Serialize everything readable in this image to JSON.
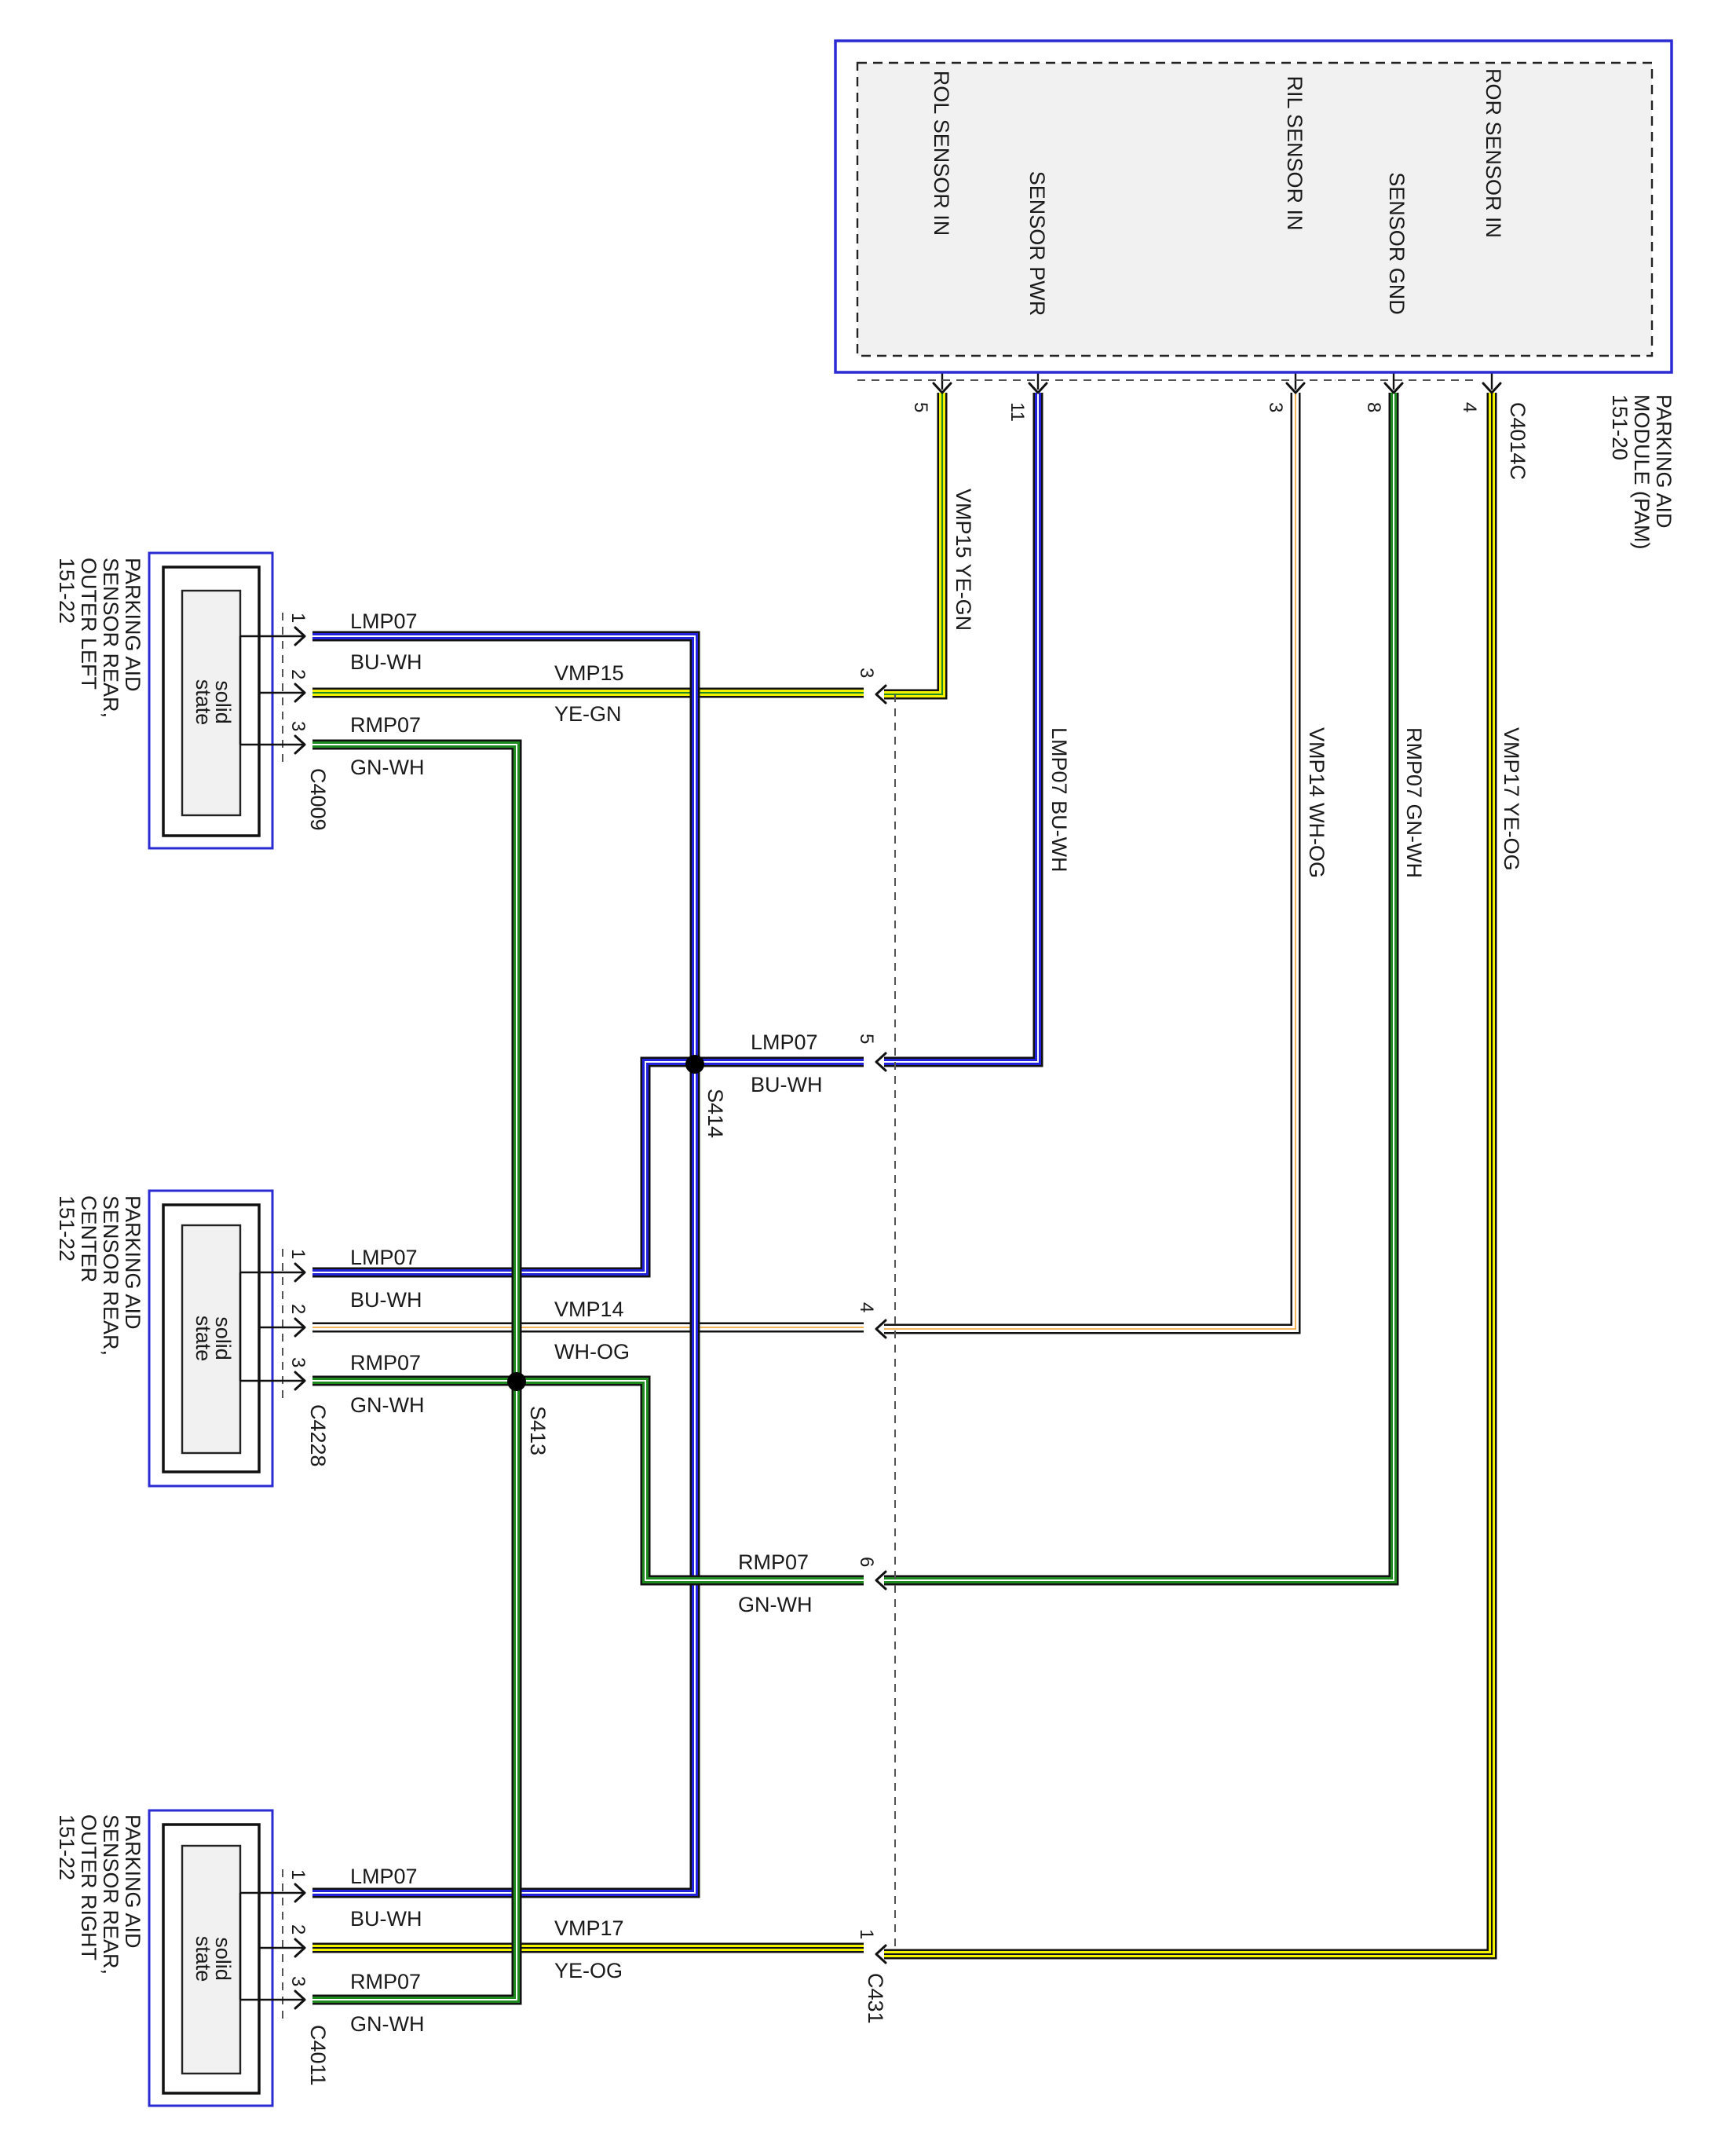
{
  "module": {
    "title_line1": "PARKING AID",
    "title_line2": "MODULE (PAM)",
    "page_ref": "151-20",
    "connector": "C4014C",
    "pins": [
      {
        "label": "ROL SENSOR IN",
        "number": "5"
      },
      {
        "label": "SENSOR PWR",
        "number": "11"
      },
      {
        "label": "RIL SENSOR IN",
        "number": "3"
      },
      {
        "label": "SENSOR GND",
        "number": "8"
      },
      {
        "label": "ROR SENSOR IN",
        "number": "4"
      }
    ]
  },
  "sensors": [
    {
      "title_line1": "PARKING AID",
      "title_line2": "SENSOR REAR,",
      "title_line3": "OUTER LEFT",
      "page_ref": "151-22",
      "connector": "C4009",
      "inner_label_1": "solid",
      "inner_label_2": "state",
      "pins": [
        {
          "number": "1",
          "circuit": "LMP07",
          "color": "BU-WH"
        },
        {
          "number": "2",
          "circuit": "VMP15",
          "color": "YE-GN"
        },
        {
          "number": "3",
          "circuit": "RMP07",
          "color": "GN-WH"
        }
      ]
    },
    {
      "title_line1": "PARKING AID",
      "title_line2": "SENSOR REAR,",
      "title_line3": "CENTER",
      "page_ref": "151-22",
      "connector": "C4228",
      "inner_label_1": "solid",
      "inner_label_2": "state",
      "pins": [
        {
          "number": "1",
          "circuit": "LMP07",
          "color": "BU-WH"
        },
        {
          "number": "2",
          "circuit": "VMP14",
          "color": "WH-OG"
        },
        {
          "number": "3",
          "circuit": "RMP07",
          "color": "GN-WH"
        }
      ]
    },
    {
      "title_line1": "PARKING AID",
      "title_line2": "SENSOR REAR,",
      "title_line3": "OUTER RIGHT",
      "page_ref": "151-22",
      "connector": "C4011",
      "inner_label_1": "solid",
      "inner_label_2": "state",
      "pins": [
        {
          "number": "1",
          "circuit": "LMP07",
          "color": "BU-WH"
        },
        {
          "number": "2",
          "circuit": "VMP17",
          "color": "YE-OG"
        },
        {
          "number": "3",
          "circuit": "RMP07",
          "color": "GN-WH"
        }
      ]
    }
  ],
  "inline_connector": {
    "name": "C431",
    "pins": [
      {
        "number": "3",
        "circuit": "VMP15",
        "color": "YE-GN"
      },
      {
        "number": "5",
        "circuit": "LMP07",
        "color": "BU-WH"
      },
      {
        "number": "4",
        "circuit": "VMP14",
        "color": "WH-OG"
      },
      {
        "number": "6",
        "circuit": "RMP07",
        "color": "GN-WH"
      },
      {
        "number": "1",
        "circuit": "VMP17",
        "color": "YE-OG"
      }
    ]
  },
  "splices": [
    {
      "name": "S414"
    },
    {
      "name": "S413"
    }
  ],
  "harness_wires": [
    {
      "circuit": "VMP15",
      "color": "YE-GN"
    },
    {
      "circuit": "LMP07",
      "color": "BU-WH"
    },
    {
      "circuit": "VMP14",
      "color": "WH-OG"
    },
    {
      "circuit": "RMP07",
      "color": "GN-WH"
    },
    {
      "circuit": "VMP17",
      "color": "YE-OG"
    }
  ],
  "wire_colors": {
    "blue": "#2222dd",
    "yellow": "#f2f200",
    "green": "#1f8a1f",
    "orange": "#f7b55a",
    "white": "#ffffff",
    "outline": "#111111"
  }
}
